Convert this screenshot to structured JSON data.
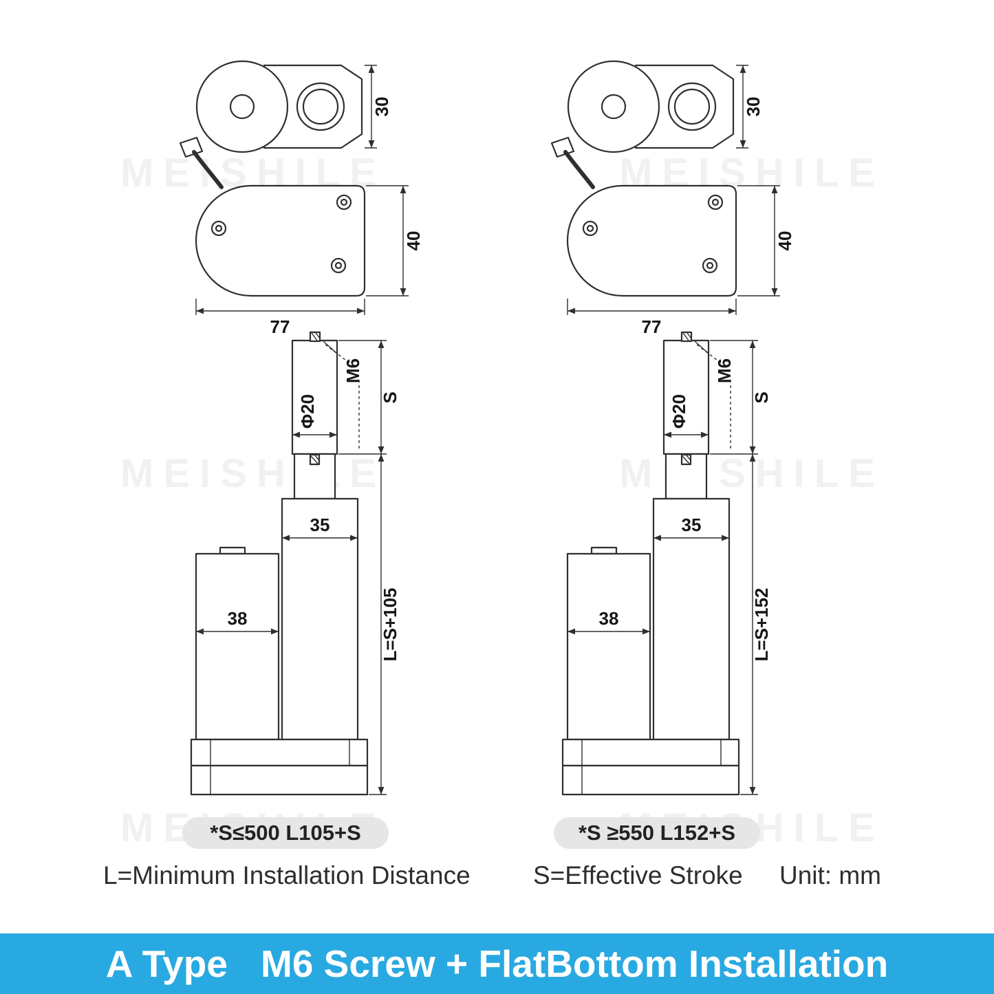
{
  "watermark": "MEISHILE",
  "colors": {
    "banner_bg": "#29a9e1",
    "line": "#2f2f2f",
    "note_pill": "#e6e6e6"
  },
  "drawings": {
    "left": {
      "top_view": {
        "height": "30"
      },
      "side_view": {
        "height": "40",
        "width": "77"
      },
      "front_view": {
        "screw": "M6",
        "rod_diameter": "Φ20",
        "stroke": "S",
        "tube_width": "35",
        "motor_width": "38",
        "length": "L=S+105"
      },
      "note": "*S≤500   L105+S"
    },
    "right": {
      "top_view": {
        "height": "30"
      },
      "side_view": {
        "height": "40",
        "width": "77"
      },
      "front_view": {
        "screw": "M6",
        "rod_diameter": "Φ20",
        "stroke": "S",
        "tube_width": "35",
        "motor_width": "38",
        "length": "L=S+152"
      },
      "note": "*S ≥550  L152+S"
    }
  },
  "legend": {
    "l_definition": "L=Minimum Installation Distance",
    "s_definition": "S=Effective Stroke",
    "unit": "Unit: mm"
  },
  "banner": {
    "type_label": "A Type",
    "title": "M6 Screw + FlatBottom Installation"
  }
}
